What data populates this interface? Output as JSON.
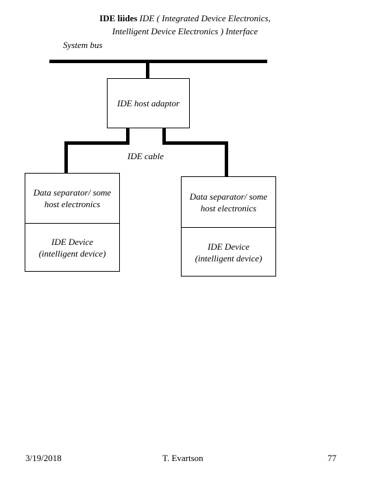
{
  "header": {
    "title_bold": "IDE liides",
    "title_line1_rest": "IDE ( Integrated Device Electronics,",
    "title_line2": "Intelligent Device Electronics ) Interface"
  },
  "diagram": {
    "system_bus_label": "System bus",
    "host_adaptor_label": "IDE host adaptor",
    "cable_label": "IDE cable",
    "left_device": {
      "separator": "Data separator/ some host electronics",
      "device": "IDE Device (intelligent device)"
    },
    "right_device": {
      "separator": "Data separator/ some host electronics",
      "device": "IDE Device (intelligent device)"
    }
  },
  "footer": {
    "date": "3/19/2018",
    "author": "T. Evartson",
    "page_number": "77"
  }
}
